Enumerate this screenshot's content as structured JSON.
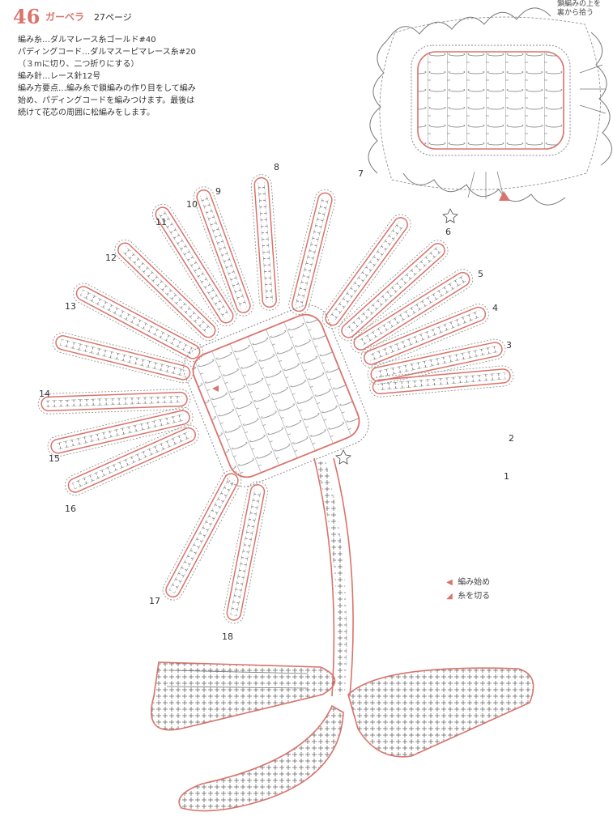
{
  "header": {
    "page_number": "46",
    "title": "ガーベラ",
    "page_ref": "27ページ",
    "lines": [
      "編み糸…ダルマレース糸ゴールド#40",
      "パディングコード…ダルマスーピマレース糸#20",
      "（３mに切り、二つ折りにする）",
      "編み針…レース針12号",
      "編み方要点…編み糸で鎖編みの作り目をして編み",
      "始め、パディングコードを編みつけます。最後は",
      "続けて花芯の周囲に松編みをします。"
    ]
  },
  "corner_note": [
    "鎖編みの上を",
    "裏から拾う"
  ],
  "petal_numbers": [
    "1",
    "2",
    "3",
    "4",
    "5",
    "6",
    "7",
    "8",
    "9",
    "10",
    "11",
    "12",
    "13",
    "14",
    "15",
    "16",
    "17",
    "18"
  ],
  "legend": {
    "start_label": "編み始め",
    "cut_label": "糸を切る"
  },
  "colors": {
    "accent": "#d9736b",
    "line": "#555555",
    "stitch": "#666666"
  }
}
